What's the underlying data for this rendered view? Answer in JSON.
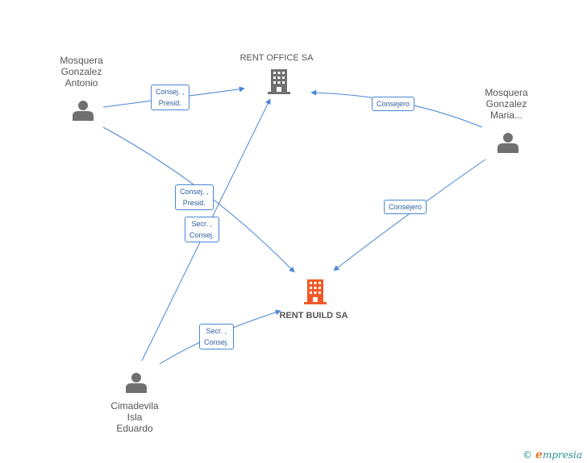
{
  "colors": {
    "edge": "#4a86d4",
    "person": "#707070",
    "company": "#707070",
    "company_main": "#f05a28",
    "label_border": "#4a86d4"
  },
  "nodes": {
    "person_mga": {
      "name_lines": [
        "Mosquera",
        "Gonzalez",
        "Antonio"
      ],
      "icon": "person-icon"
    },
    "person_mgm": {
      "name_lines": [
        "Mosquera",
        "Gonzalez",
        "Maria..."
      ],
      "icon": "person-icon"
    },
    "person_cie": {
      "name_lines": [
        "Cimadevila",
        "Isla",
        "Eduardo"
      ],
      "icon": "person-icon"
    },
    "company_office": {
      "name": "RENT OFFICE SA",
      "icon": "building-icon"
    },
    "company_build": {
      "name": "RENT BUILD SA",
      "icon": "building-icon"
    }
  },
  "edges": {
    "mga_office": {
      "lines": [
        "Consej. ,",
        "Presid."
      ]
    },
    "mgm_office": {
      "lines": [
        "Consejero"
      ]
    },
    "mga_build": {
      "lines": [
        "Consej. ,",
        "Presid."
      ]
    },
    "cie_office": {
      "lines": [
        "Secr. ,",
        "Consej."
      ]
    },
    "mgm_build": {
      "lines": [
        "Consejero"
      ]
    },
    "cie_build": {
      "lines": [
        "Secr. ,",
        "Consej."
      ]
    }
  },
  "footer": {
    "copyright": "©",
    "brand_initial": "e",
    "brand_rest": "mpresia"
  }
}
